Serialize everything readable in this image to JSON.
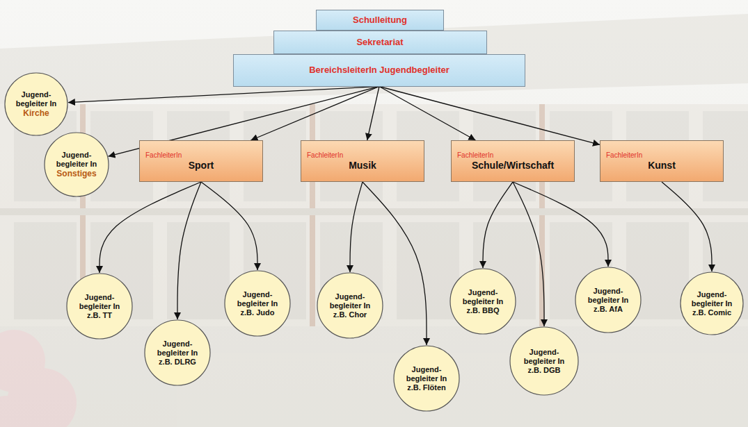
{
  "diagram": {
    "nodes": [
      {
        "text": [
          "Schulleitung"
        ]
      },
      {
        "text": [
          "Sekretariat"
        ]
      },
      {
        "text": [
          "BereichsleiterIn Jugendbegleiter"
        ]
      },
      {
        "text": [
          "Jugend- begleiter In",
          "Kirche"
        ]
      },
      {
        "text": [
          "Jugend- begleiter In",
          "Sonstiges"
        ]
      },
      {
        "text": [
          "FachleiterIn",
          "Sport"
        ]
      },
      {
        "text": [
          "FachleiterIn",
          "Musik"
        ]
      },
      {
        "text": [
          "FachleiterIn",
          "Schule/Wirtschaft"
        ]
      },
      {
        "text": [
          "FachleiterIn",
          "Kunst"
        ]
      },
      {
        "text": [
          "Jugend- begleiter In",
          "z.B. TT"
        ]
      },
      {
        "text": [
          "Jugend- begleiter In",
          "z.B. DLRG"
        ]
      },
      {
        "text": [
          "Jugend- begleiter In",
          "z.B. Judo"
        ]
      },
      {
        "text": [
          "Jugend- begleiter In",
          "z.B. Chor"
        ]
      },
      {
        "text": [
          "Jugend- begleiter In",
          "z.B. Flöten"
        ]
      },
      {
        "text": [
          "Jugend- begleiter In",
          "z.B. BBQ"
        ]
      },
      {
        "text": [
          "Jugend- begleiter In",
          "z.B. DGB"
        ]
      },
      {
        "text": [
          "Jugend- begleiter In",
          "z.B. AfA"
        ]
      },
      {
        "text": [
          "Jugend- begleiter In",
          "z.B. Comic"
        ]
      }
    ],
    "edges": [
      {
        "from": 2,
        "to": 3,
        "arrow": "to"
      },
      {
        "from": 2,
        "to": 4,
        "arrow": "to"
      },
      {
        "from": 2,
        "to": 5,
        "arrow": "to"
      },
      {
        "from": 2,
        "to": 6,
        "arrow": "to"
      },
      {
        "from": 2,
        "to": 7,
        "arrow": "to"
      },
      {
        "from": 2,
        "to": 8,
        "arrow": "to"
      },
      {
        "from": 5,
        "to": 9,
        "arrow": "to"
      },
      {
        "from": 5,
        "to": 10,
        "arrow": "to"
      },
      {
        "from": 5,
        "to": 11,
        "arrow": "to"
      },
      {
        "from": 6,
        "to": 12,
        "arrow": "to"
      },
      {
        "from": 6,
        "to": 13,
        "arrow": "to"
      },
      {
        "from": 7,
        "to": 14,
        "arrow": "to"
      },
      {
        "from": 7,
        "to": 15,
        "arrow": "to"
      },
      {
        "from": 7,
        "to": 16,
        "arrow": "to"
      },
      {
        "from": 8,
        "to": 17,
        "arrow": "to"
      }
    ]
  }
}
